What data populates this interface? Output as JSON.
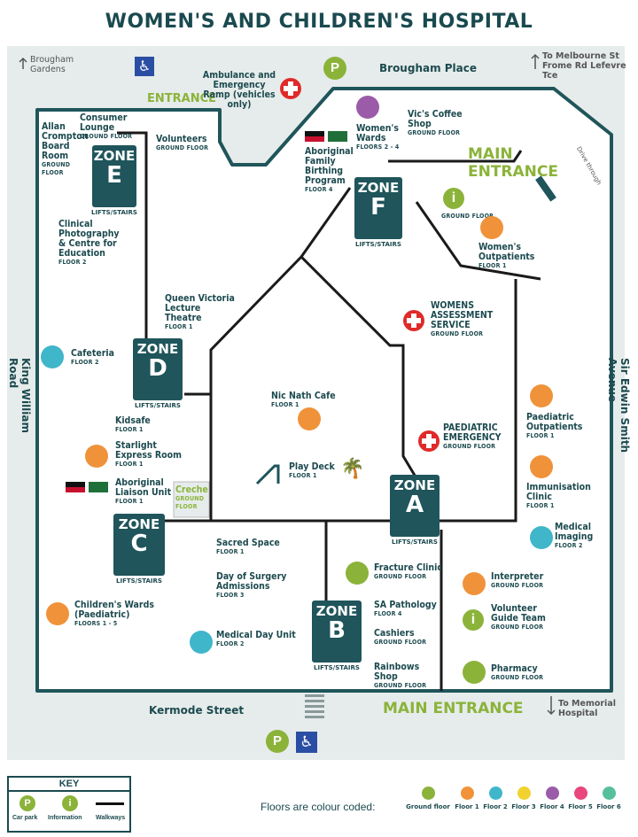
{
  "title": "WOMEN'S AND CHILDREN'S HOSPITAL",
  "streets": {
    "brougham_gardens": "Brougham Gardens",
    "brougham_place": "Brougham Place",
    "melbourne": "To Melbourne St Frome Rd Lefevre Tce",
    "king_william": "King William Road",
    "sir_edwin": "Sir Edwin Smith Avenue",
    "kermode": "Kermode Street",
    "memorial": "To Memorial Hospital",
    "drive_through": "Drive through"
  },
  "entrances": {
    "entrance": "ENTRANCE",
    "main_entrance_top": "MAIN ENTRANCE",
    "main_entrance_bottom": "MAIN ENTRANCE"
  },
  "ambulance": {
    "label": "Ambulance and Emergency Ramp (vehicles only)"
  },
  "zones": [
    {
      "id": "E",
      "word": "ZONE",
      "letter": "E",
      "sub": "LIFTS/STAIRS"
    },
    {
      "id": "F",
      "word": "ZONE",
      "letter": "F",
      "sub": "LIFTS/STAIRS"
    },
    {
      "id": "D",
      "word": "ZONE",
      "letter": "D",
      "sub": "LIFTS/STAIRS"
    },
    {
      "id": "A",
      "word": "ZONE",
      "letter": "A",
      "sub": "LIFTS/STAIRS"
    },
    {
      "id": "C",
      "word": "ZONE",
      "letter": "C",
      "sub": "LIFTS/STAIRS"
    },
    {
      "id": "B",
      "word": "ZONE",
      "letter": "B",
      "sub": "LIFTS/STAIRS"
    }
  ],
  "places": {
    "consumer_lounge": {
      "name": "Consumer Lounge",
      "floor": "GROUND FLOOR"
    },
    "allan": {
      "name": "Allan Crompton Board Room",
      "floor": "GROUND FLOOR"
    },
    "volunteers": {
      "name": "Volunteers",
      "floor": "GROUND FLOOR"
    },
    "clinical_photo": {
      "name": "Clinical Photography & Centre for Education",
      "floor": "FLOOR 2"
    },
    "queen_victoria": {
      "name": "Queen Victoria Lecture Theatre",
      "floor": "FLOOR 1"
    },
    "cafeteria": {
      "name": "Cafeteria",
      "floor": "FLOOR 2"
    },
    "kidsafe": {
      "name": "Kidsafe",
      "floor": "FLOOR 1"
    },
    "starlight": {
      "name": "Starlight Express Room",
      "floor": "FLOOR 1"
    },
    "aboriginal_liaison": {
      "name": "Aboriginal Liaison Unit",
      "floor": "FLOOR 1"
    },
    "creche": {
      "name": "Creche",
      "floor": "GROUND FLOOR"
    },
    "childrens_wards": {
      "name": "Children's Wards (Paediatric)",
      "floor": "FLOORS 1 - 5"
    },
    "womens_wards": {
      "name": "Women's Wards",
      "floor": "FLOORS 2 - 4"
    },
    "vics_coffee": {
      "name": "Vic's Coffee Shop",
      "floor": "GROUND FLOOR"
    },
    "aboriginal_birthing": {
      "name": "Aboriginal Family Birthing Program",
      "floor": "FLOOR 4"
    },
    "info_ground": {
      "name": "",
      "floor": "GROUND FLOOR"
    },
    "womens_outpatients": {
      "name": "Women's Outpatients",
      "floor": "FLOOR 1"
    },
    "womens_assessment": {
      "name": "WOMENS ASSESSMENT SERVICE",
      "floor": "GROUND FLOOR"
    },
    "nic_nath": {
      "name": "Nic Nath Cafe",
      "floor": "FLOOR 1"
    },
    "play_deck": {
      "name": "Play Deck",
      "floor": "FLOOR 1"
    },
    "paediatric_emergency": {
      "name": "PAEDIATRIC EMERGENCY",
      "floor": "GROUND FLOOR"
    },
    "paediatric_outpatients": {
      "name": "Paediatric Outpatients",
      "floor": "FLOOR 1"
    },
    "immunisation": {
      "name": "Immunisation Clinic",
      "floor": "FLOOR 1"
    },
    "medical_imaging": {
      "name": "Medical Imaging",
      "floor": "FLOOR 2"
    },
    "sacred_space": {
      "name": "Sacred Space",
      "floor": "FLOOR 1"
    },
    "day_surgery": {
      "name": "Day of Surgery Admissions",
      "floor": "FLOOR 3"
    },
    "medical_day_unit": {
      "name": "Medical Day Unit",
      "floor": "FLOOR 2"
    },
    "fracture_clinic": {
      "name": "Fracture Clinic",
      "floor": "GROUND FLOOR"
    },
    "sa_pathology": {
      "name": "SA Pathology",
      "floor": "FLOOR 4"
    },
    "cashiers": {
      "name": "Cashiers",
      "floor": "GROUND FLOOR"
    },
    "rainbows_shop": {
      "name": "Rainbows Shop",
      "floor": "GROUND FLOOR"
    },
    "interpreter": {
      "name": "Interpreter",
      "floor": "GROUND FLOOR"
    },
    "volunteer_guide": {
      "name": "Volunteer Guide Team",
      "floor": "GROUND FLOOR"
    },
    "pharmacy": {
      "name": "Pharmacy",
      "floor": "GROUND FLOOR"
    }
  },
  "key": {
    "title": "KEY",
    "car_park": "Car park",
    "information": "Information",
    "walkways": "Walkways"
  },
  "floors_legend": {
    "caption": "Floors are colour coded:",
    "items": [
      {
        "label": "Ground floor",
        "color": "#8bb33a"
      },
      {
        "label": "Floor 1",
        "color": "#f0923a"
      },
      {
        "label": "Floor 2",
        "color": "#3fb6c9"
      },
      {
        "label": "Floor 3",
        "color": "#f2d22e"
      },
      {
        "label": "Floor 4",
        "color": "#9a5ba8"
      },
      {
        "label": "Floor 5",
        "color": "#e8467c"
      },
      {
        "label": "Floor 6",
        "color": "#56c09a"
      }
    ]
  }
}
